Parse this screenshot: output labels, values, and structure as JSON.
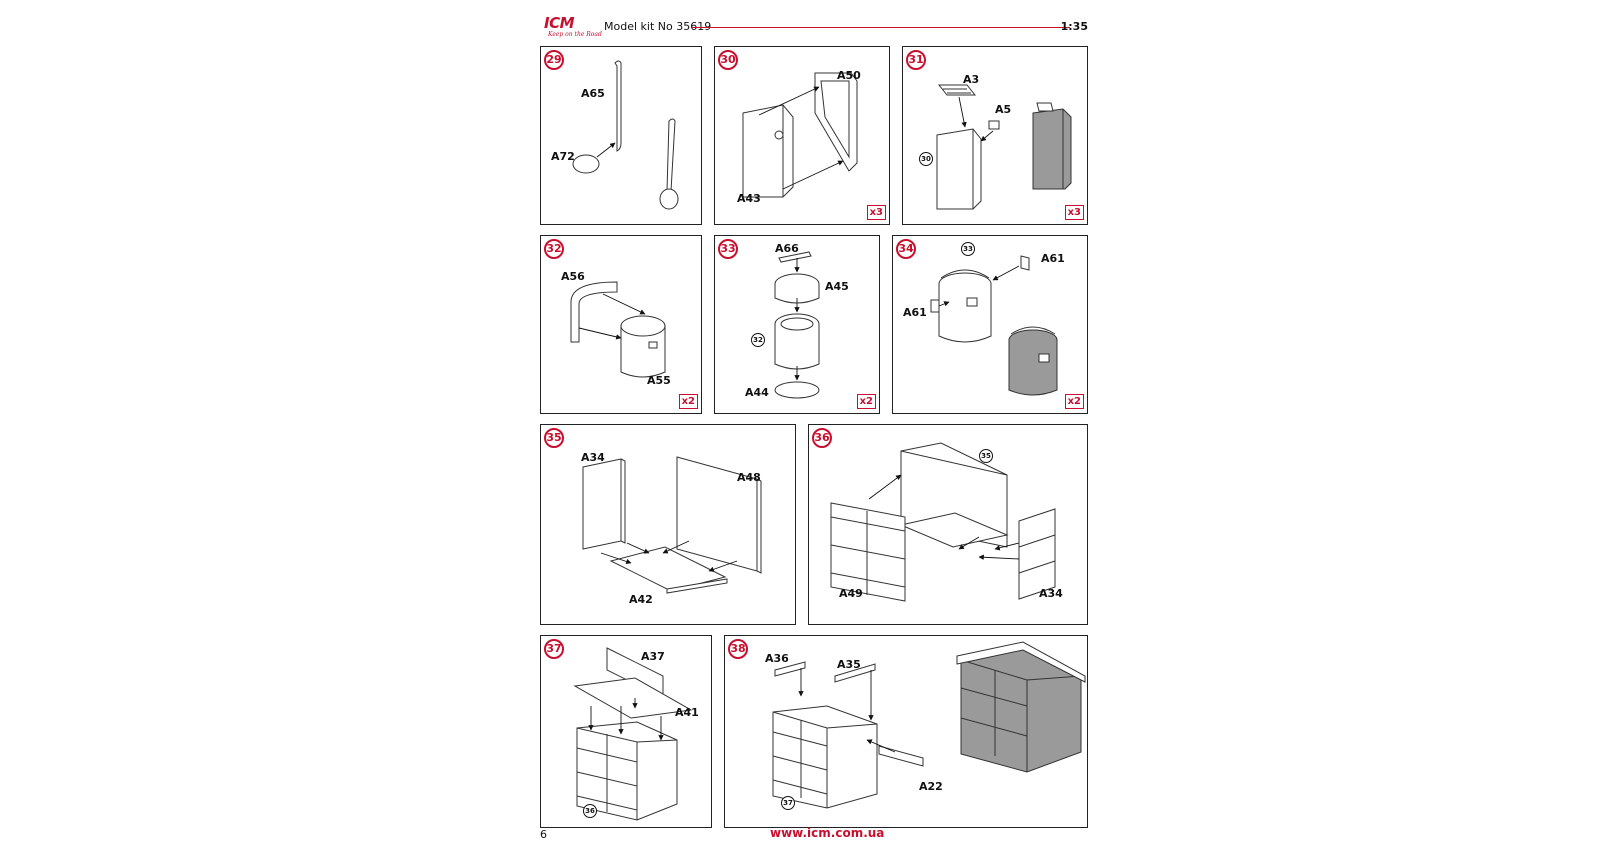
{
  "header": {
    "brand": "ICM",
    "slogan": "Keep on the Road",
    "model_kit": "Model kit No 35619",
    "scale": "1:35"
  },
  "footer": {
    "page_number": "6",
    "website": "www.icm.com.ua"
  },
  "steps": [
    {
      "number": "29",
      "labels": [
        "A65",
        "A72"
      ],
      "multiplier": ""
    },
    {
      "number": "30",
      "labels": [
        "A50",
        "A43"
      ],
      "multiplier": "x3"
    },
    {
      "number": "31",
      "labels": [
        "A3",
        "A5"
      ],
      "ref": "30",
      "multiplier": "x3"
    },
    {
      "number": "32",
      "labels": [
        "A56",
        "A55"
      ],
      "multiplier": "x2"
    },
    {
      "number": "33",
      "labels": [
        "A66",
        "A45",
        "A44"
      ],
      "ref": "32",
      "multiplier": "x2"
    },
    {
      "number": "34",
      "labels": [
        "A61",
        "A61"
      ],
      "ref": "33",
      "multiplier": "x2"
    },
    {
      "number": "35",
      "labels": [
        "A34",
        "A48",
        "A42"
      ],
      "multiplier": ""
    },
    {
      "number": "36",
      "labels": [
        "A49",
        "A34"
      ],
      "ref": "35",
      "multiplier": ""
    },
    {
      "number": "37",
      "labels": [
        "A37",
        "A41"
      ],
      "ref": "36",
      "multiplier": ""
    },
    {
      "number": "38",
      "labels": [
        "A36",
        "A35",
        "A22"
      ],
      "ref": "37",
      "multiplier": ""
    }
  ],
  "colors": {
    "accent": "#c8102e",
    "border": "#222222",
    "part_gray": "#9a9a9a"
  }
}
